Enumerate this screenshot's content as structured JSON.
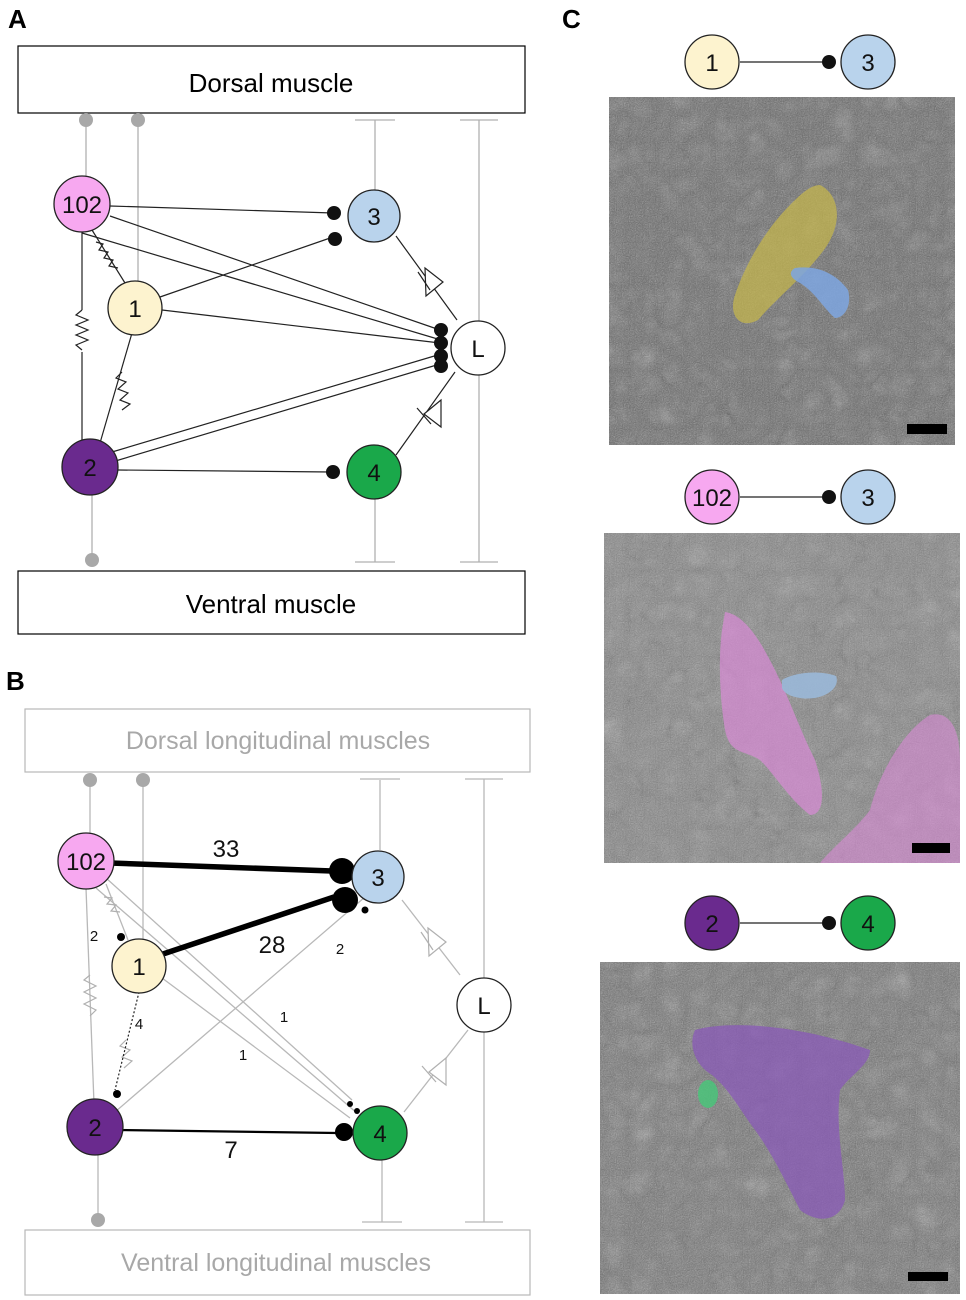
{
  "panels": {
    "a": {
      "label": "A",
      "dorsal": "Dorsal muscle",
      "ventral": "Ventral muscle",
      "neurons": {
        "n102": "102",
        "n1": "1",
        "n2": "2",
        "n3": "3",
        "n4": "4",
        "nL": "L"
      }
    },
    "b": {
      "label": "B",
      "dorsal": "Dorsal longitudinal muscles",
      "ventral": "Ventral longitudinal muscles",
      "neurons": {
        "n102": "102",
        "n1": "1",
        "n2": "2",
        "n3": "3",
        "n4": "4",
        "nL": "L"
      },
      "weights": {
        "w102_3": "33",
        "w1_3": "28",
        "w2_3": "2",
        "w102_4": "1",
        "w1_4": "1",
        "w2_4": "7",
        "w102_1": "2",
        "w1_2": "4"
      }
    },
    "c": {
      "label": "C",
      "pairs": [
        {
          "pre": "1",
          "post": "3",
          "pre_color": "#fdf3cf",
          "post_color": "#b9d3ec",
          "region_color": "#c8b84a"
        },
        {
          "pre": "102",
          "post": "3",
          "pre_color": "#f7a8f0",
          "post_color": "#b9d3ec",
          "region_color": "#d98ad6"
        },
        {
          "pre": "2",
          "post": "4",
          "pre_color": "#6a2a8e",
          "post_color": "#1aa84a",
          "region_color": "#8a5ab8"
        }
      ]
    }
  },
  "colors": {
    "n102": "#f7a8f0",
    "n1": "#fdf3cf",
    "n2": "#6a2a8e",
    "n3": "#b9d3ec",
    "n4": "#1aa84a",
    "nL": "#ffffff",
    "line_dark": "#1a1a1a",
    "line_gray": "#b0b0b0",
    "muscle_gray": "#9a9a9a"
  }
}
